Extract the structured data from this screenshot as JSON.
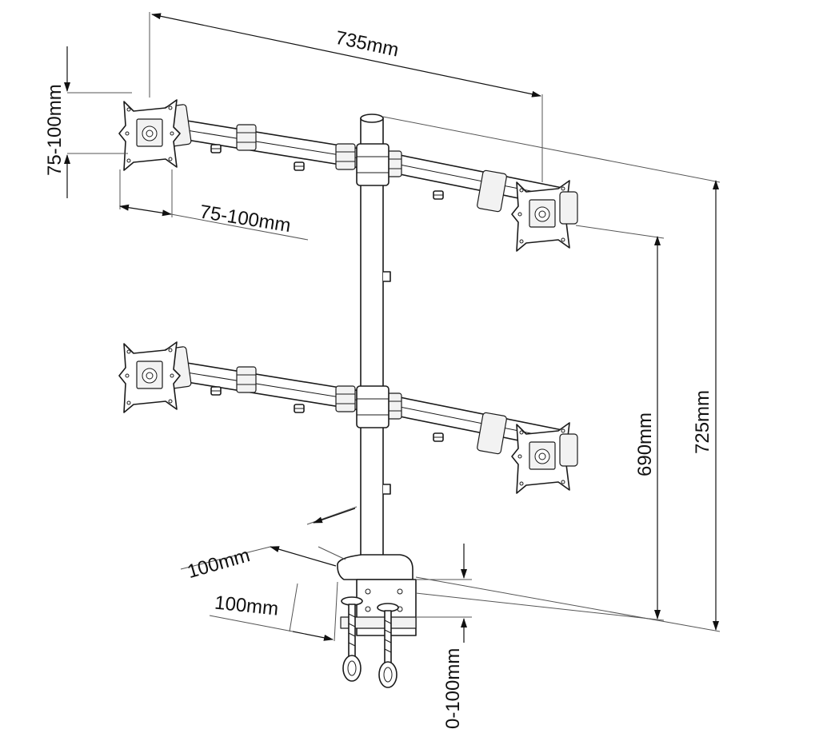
{
  "dimensions": {
    "arm_span": "735mm",
    "vesa_vertical": "75-100mm",
    "vesa_horizontal": "75-100mm",
    "pole_to_lower_arm": "690mm",
    "total_height": "725mm",
    "base_depth": "100mm",
    "base_width": "100mm",
    "clamp_range": "0-100mm"
  },
  "colors": {
    "line": "#1a1a1a",
    "background": "#ffffff"
  }
}
